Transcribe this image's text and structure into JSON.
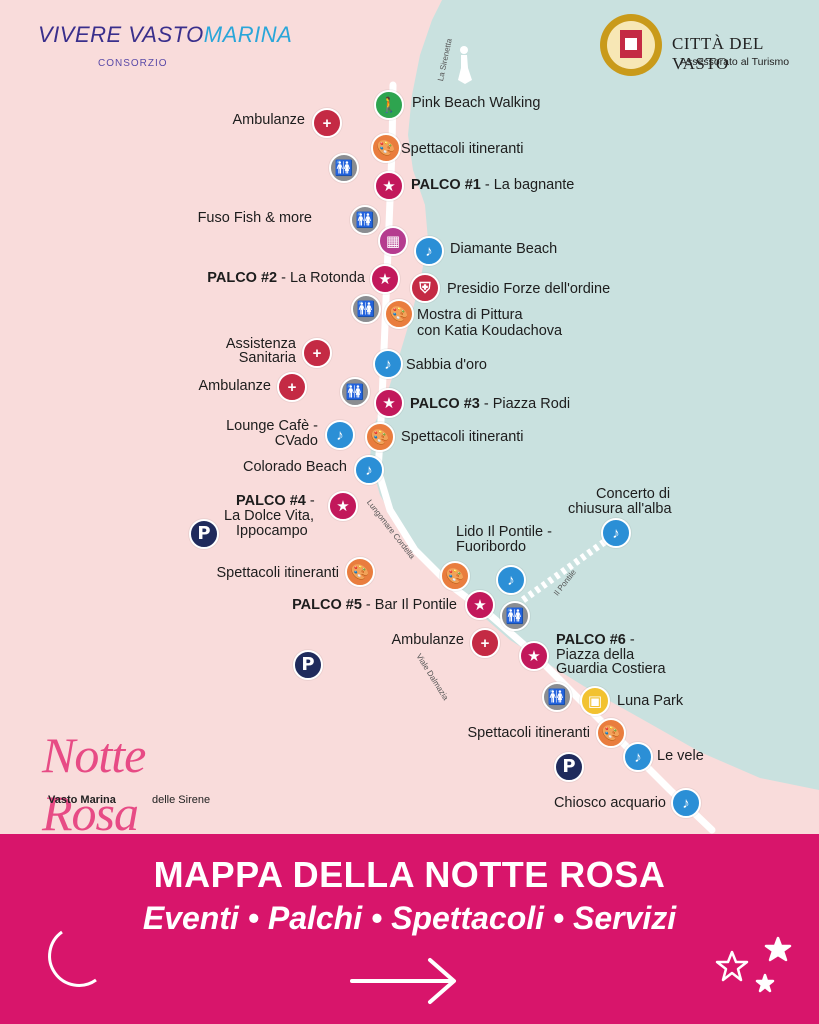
{
  "header": {
    "left_logo": {
      "text_a": "VIVERE VASTO",
      "text_b": "MARINA",
      "sub": "CONSORZIO"
    },
    "right_logo": {
      "title": "CITTÀ DEL VASTO",
      "subtitle": "Assessorato al Turismo"
    }
  },
  "streets": {
    "sirenetta": "La Sirenetta",
    "lungomare": "Lungomare Cordella",
    "dalmazia": "Viale Dalmazia",
    "pontile": "Il Pontile"
  },
  "labels": {
    "pink_beach": "Pink Beach Walking",
    "ambulanze_1": "Ambulanze",
    "spettacoli_1": "Spettacoli itineranti",
    "palco1_b": "PALCO #1",
    "palco1_r": " - La bagnante",
    "fuso": "Fuso Fish & more",
    "diamante": "Diamante Beach",
    "palco2_b": "PALCO #2",
    "palco2_r": " - La Rotonda",
    "presidio": "Presidio Forze dell'ordine",
    "mostra_1": "Mostra di Pittura",
    "mostra_2": "con Katia Koudachova",
    "assistenza_1": "Assistenza",
    "assistenza_2": "Sanitaria",
    "sabbia": "Sabbia d'oro",
    "ambulanze_2": "Ambulanze",
    "palco3_b": "PALCO #3",
    "palco3_r": " - Piazza Rodi",
    "lounge_1": "Lounge Cafè -",
    "lounge_2": "CVado",
    "spettacoli_2": "Spettacoli itineranti",
    "colorado": "Colorado Beach",
    "palco4_b": "PALCO #4",
    "palco4_r": " -",
    "palco4_2": "La Dolce Vita,",
    "palco4_3": "Ippocampo",
    "concerto_1": "Concerto di",
    "concerto_2": "chiusura all'alba",
    "lido_1": "Lido Il Pontile -",
    "lido_2": "Fuoribordo",
    "spettacoli_3": "Spettacoli itineranti",
    "palco5_b": "PALCO #5",
    "palco5_r": " - Bar Il Pontile",
    "ambulanze_3": "Ambulanze",
    "palco6_b": "PALCO #6",
    "palco6_r": " -",
    "palco6_2": "Piazza della",
    "palco6_3": "Guardia Costiera",
    "luna": "Luna Park",
    "spettacoli_4": "Spettacoli itineranti",
    "vele": "Le vele",
    "chiosco": "Chiosco acquario"
  },
  "logo_bottom": {
    "title": "Notte Rosa",
    "place": "Vasto Marina",
    "tagline": "delle Sirene"
  },
  "banner": {
    "title": "MAPPA DELLA NOTTE ROSA",
    "subtitle": "Eventi • Palchi • Spettacoli • Servizi"
  },
  "icons": {
    "first_aid": "+",
    "parking": "P",
    "stage": "★",
    "music": "♪"
  },
  "colors": {
    "land": "#f9dcdb",
    "sea": "#c9e1df",
    "banner": "#d8156b",
    "stage": "#c2185b",
    "music": "#2b8fd6",
    "first_aid": "#c42a44",
    "show": "#e97d3e",
    "restroom": "#8b8d91",
    "parking": "#1f2b5c"
  }
}
